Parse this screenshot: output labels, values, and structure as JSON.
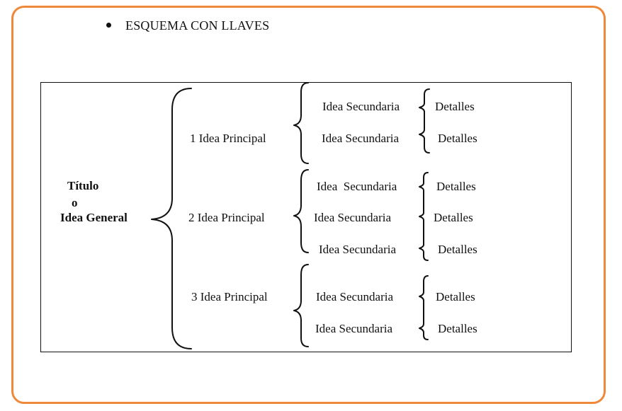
{
  "heading": "ESQUEMA CON LLAVES",
  "root": {
    "line1": "Título",
    "line2": "o",
    "line3": "Idea General"
  },
  "principal": [
    "1  Idea Principal",
    "2 Idea Principal",
    "3  Idea Principal"
  ],
  "secundarias": [
    [
      "Idea Secundaria",
      "Idea Secundaria"
    ],
    [
      "Idea  Secundaria",
      "Idea Secundaria",
      "Idea Secundaria"
    ],
    [
      "Idea Secundaria",
      "Idea Secundaria"
    ]
  ],
  "detalle": "Detalles",
  "colors": {
    "frame": "#f0883a",
    "ink": "#111111"
  }
}
